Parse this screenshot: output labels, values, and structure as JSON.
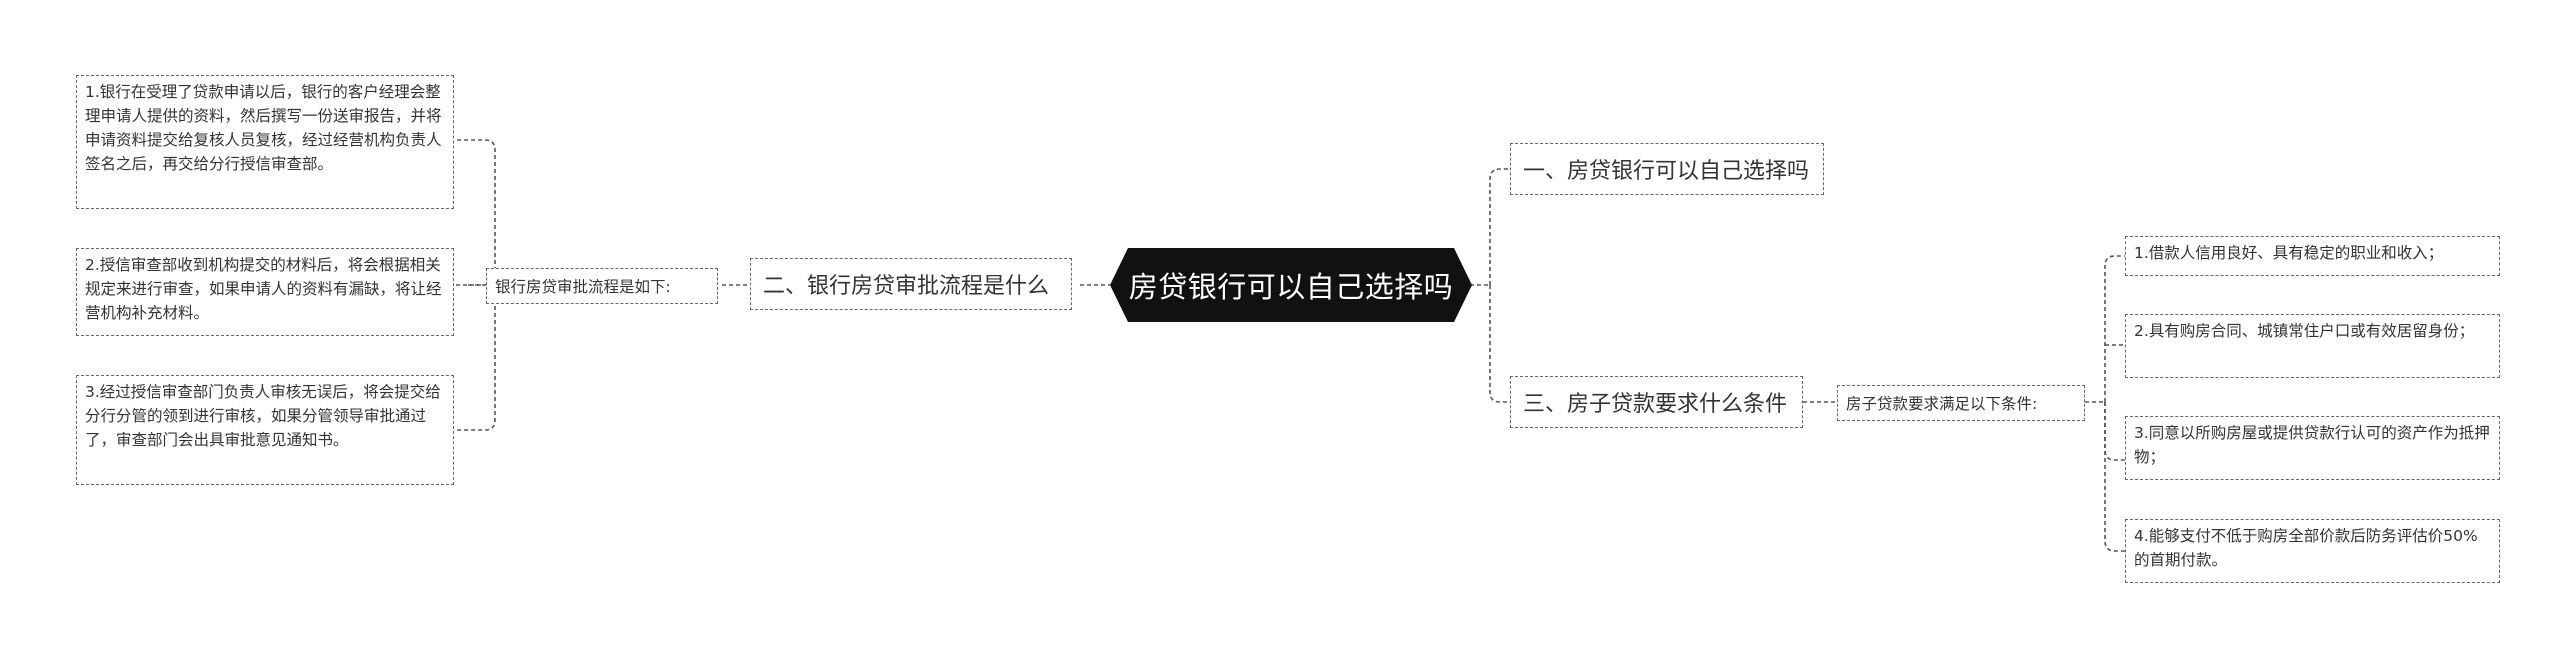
{
  "root": {
    "label": "房贷银行可以自己选择吗"
  },
  "branches": {
    "first": {
      "label": "一、房贷银行可以自己选择吗"
    },
    "second": {
      "label": "二、银行房贷审批流程是什么",
      "sub": "银行房贷审批流程是如下:",
      "items": [
        "1.银行在受理了贷款申请以后，银行的客户经理会整理申请人提供的资料，然后撰写一份送审报告，并将申请资料提交给复核人员复核，经过经营机构负责人签名之后，再交给分行授信审查部。",
        "2.授信审查部收到机构提交的材料后，将会根据相关规定来进行审查，如果申请人的资料有漏缺，将让经营机构补充材料。",
        "3.经过授信审查部门负责人审核无误后，将会提交给分行分管的领到进行审核，如果分管领导审批通过了，审查部门会出具审批意见通知书。"
      ]
    },
    "third": {
      "label": "三、房子贷款要求什么条件",
      "sub": "房子贷款要求满足以下条件:",
      "items": [
        "1.借款人信用良好、具有稳定的职业和收入；",
        "2.具有购房合同、城镇常住户口或有效居留身份；",
        "3.同意以所购房屋或提供贷款行认可的资产作为抵押物；",
        "4.能够支付不低于购房全部价款后防务评估价50%的首期付款。"
      ]
    }
  }
}
